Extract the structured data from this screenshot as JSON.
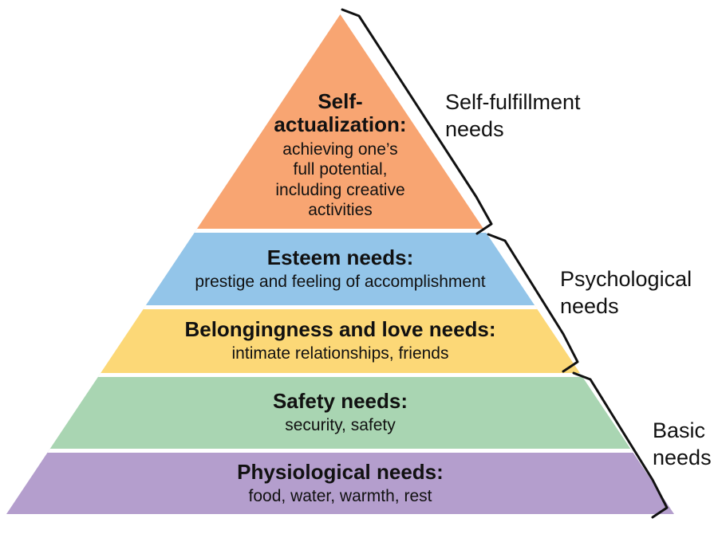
{
  "pyramid": {
    "levels": [
      {
        "name": "self-actualization",
        "heading": "Self-actualization:",
        "description": "achieving one’s full potential, including creative activities",
        "color": "#F8A572"
      },
      {
        "name": "esteem",
        "heading": "Esteem needs:",
        "description": "prestige and feeling of accomplishment",
        "color": "#93C5E9"
      },
      {
        "name": "belongingness-and-love",
        "heading": "Belongingness and love needs:",
        "description": "intimate relationships, friends",
        "color": "#FCD877"
      },
      {
        "name": "safety",
        "heading": "Safety needs:",
        "description": "security, safety",
        "color": "#A9D5B2"
      },
      {
        "name": "physiological",
        "heading": "Physiological needs:",
        "description": "food, water, warmth, rest",
        "color": "#B49ECD"
      }
    ]
  },
  "group_labels": [
    {
      "label": "Self-fulfillment needs"
    },
    {
      "label": "Psychological needs"
    },
    {
      "label": "Basic needs"
    }
  ]
}
